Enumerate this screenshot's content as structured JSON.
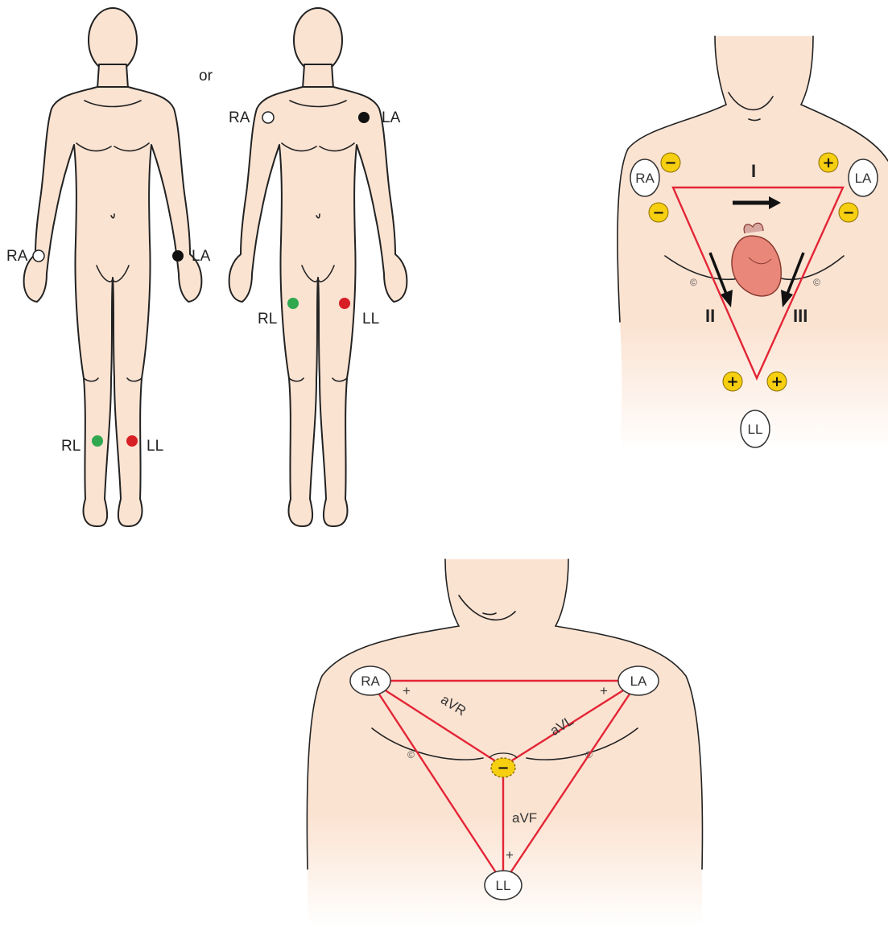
{
  "body_front": {
    "or_text": "or",
    "limb_figure": {
      "ra": "RA",
      "la": "LA",
      "rl": "RL",
      "ll": "LL"
    },
    "torso_figure": {
      "ra": "RA",
      "la": "LA",
      "rl": "RL",
      "ll": "LL"
    }
  },
  "einthoven": {
    "ra": "RA",
    "la": "LA",
    "ll": "LL",
    "lead_i": "I",
    "lead_ii": "II",
    "lead_iii": "III",
    "minus": "−",
    "plus": "+"
  },
  "augmented": {
    "ra": "RA",
    "la": "LA",
    "ll": "LL",
    "avr": "aVR",
    "avl": "aVL",
    "avf": "aVF",
    "minus": "−",
    "plus": "+"
  },
  "colors": {
    "skin": "#fbe3d2",
    "red_line": "#e32636",
    "yellow_marker": "#f5cf10",
    "green_electrode": "#2fa84f",
    "red_electrode": "#d81f26",
    "black_electrode": "#111111"
  }
}
